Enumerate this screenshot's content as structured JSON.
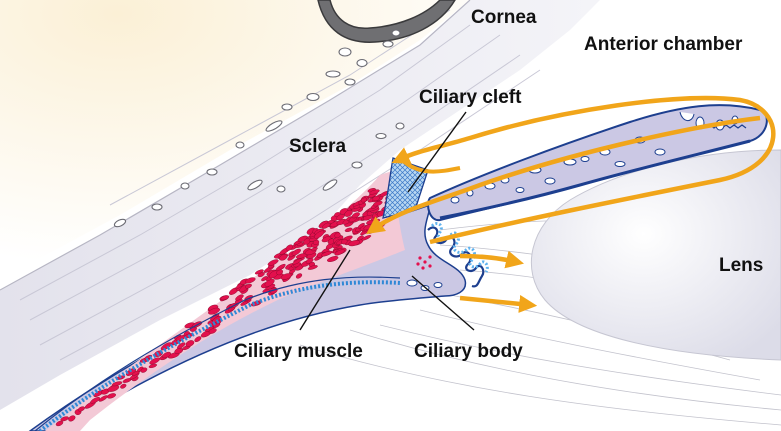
{
  "labels": {
    "cornea": "Cornea",
    "anterior_chamber": "Anterior chamber",
    "ciliary_cleft": "Ciliary cleft",
    "sclera": "Sclera",
    "lens": "Lens",
    "ciliary_muscle": "Ciliary muscle",
    "ciliary_body": "Ciliary body"
  },
  "colors": {
    "sclera_fill": "#ecebf2",
    "iris_fill": "#c9c7e3",
    "iris_outline": "#1d3f8f",
    "muscle_red": "#e3104d",
    "arrow_orange": "#f1a51a",
    "lens_fill": "#f0f0f6",
    "epithelium_blue": "#2f88d6"
  }
}
